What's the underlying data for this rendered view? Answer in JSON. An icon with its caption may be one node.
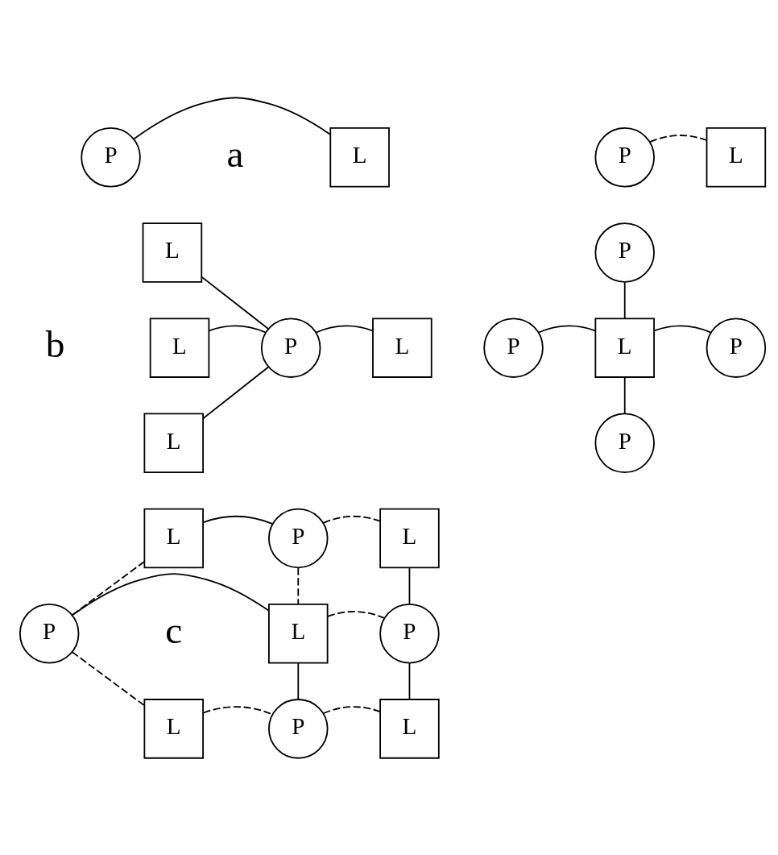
{
  "diagram": {
    "nodes": [
      {
        "text": [
          "P"
        ]
      },
      {
        "text": [
          "L"
        ]
      },
      {
        "text": [
          "P"
        ]
      },
      {
        "text": [
          "L"
        ]
      },
      {
        "text": [
          "L"
        ]
      },
      {
        "text": [
          "L"
        ]
      },
      {
        "text": [
          "P"
        ]
      },
      {
        "text": [
          "L"
        ]
      },
      {
        "text": [
          "L"
        ]
      },
      {
        "text": [
          "P"
        ]
      },
      {
        "text": [
          "P"
        ]
      },
      {
        "text": [
          "L"
        ]
      },
      {
        "text": [
          "P"
        ]
      },
      {
        "text": [
          "P"
        ]
      },
      {
        "text": [
          "L"
        ]
      },
      {
        "text": [
          "P"
        ]
      },
      {
        "text": [
          "L"
        ]
      },
      {
        "text": [
          "P"
        ]
      },
      {
        "text": [
          "L"
        ]
      },
      {
        "text": [
          "P"
        ]
      },
      {
        "text": [
          "L"
        ]
      },
      {
        "text": [
          "P"
        ]
      },
      {
        "text": [
          "L"
        ]
      }
    ],
    "edges": [
      {
        "from": 0,
        "to": 1,
        "arrow": "none"
      },
      {
        "from": 2,
        "to": 3,
        "arrow": "none",
        "style": "dashed"
      },
      {
        "from": 4,
        "to": 6,
        "arrow": "none"
      },
      {
        "from": 5,
        "to": 6,
        "arrow": "none"
      },
      {
        "from": 6,
        "to": 7,
        "arrow": "none"
      },
      {
        "from": 6,
        "to": 8,
        "arrow": "none"
      },
      {
        "from": 9,
        "to": 11,
        "arrow": "none"
      },
      {
        "from": 10,
        "to": 11,
        "arrow": "none"
      },
      {
        "from": 11,
        "to": 12,
        "arrow": "none"
      },
      {
        "from": 11,
        "to": 13,
        "arrow": "none"
      },
      {
        "from": 14,
        "to": 15,
        "arrow": "none"
      },
      {
        "from": 15,
        "to": 16,
        "arrow": "none",
        "style": "dashed"
      },
      {
        "from": 14,
        "to": 17,
        "arrow": "none",
        "style": "dashed"
      },
      {
        "from": 15,
        "to": 18,
        "arrow": "none",
        "style": "dashed"
      },
      {
        "from": 16,
        "to": 19,
        "arrow": "none"
      },
      {
        "from": 17,
        "to": 18,
        "arrow": "none"
      },
      {
        "from": 18,
        "to": 19,
        "arrow": "none",
        "style": "dashed"
      },
      {
        "from": 17,
        "to": 20,
        "arrow": "none",
        "style": "dashed"
      },
      {
        "from": 18,
        "to": 21,
        "arrow": "none"
      },
      {
        "from": 19,
        "to": 22,
        "arrow": "none"
      },
      {
        "from": 20,
        "to": 21,
        "arrow": "none",
        "style": "dashed"
      },
      {
        "from": 21,
        "to": 22,
        "arrow": "none",
        "style": "dashed"
      }
    ],
    "labels": [
      "a",
      "b",
      "c"
    ]
  }
}
